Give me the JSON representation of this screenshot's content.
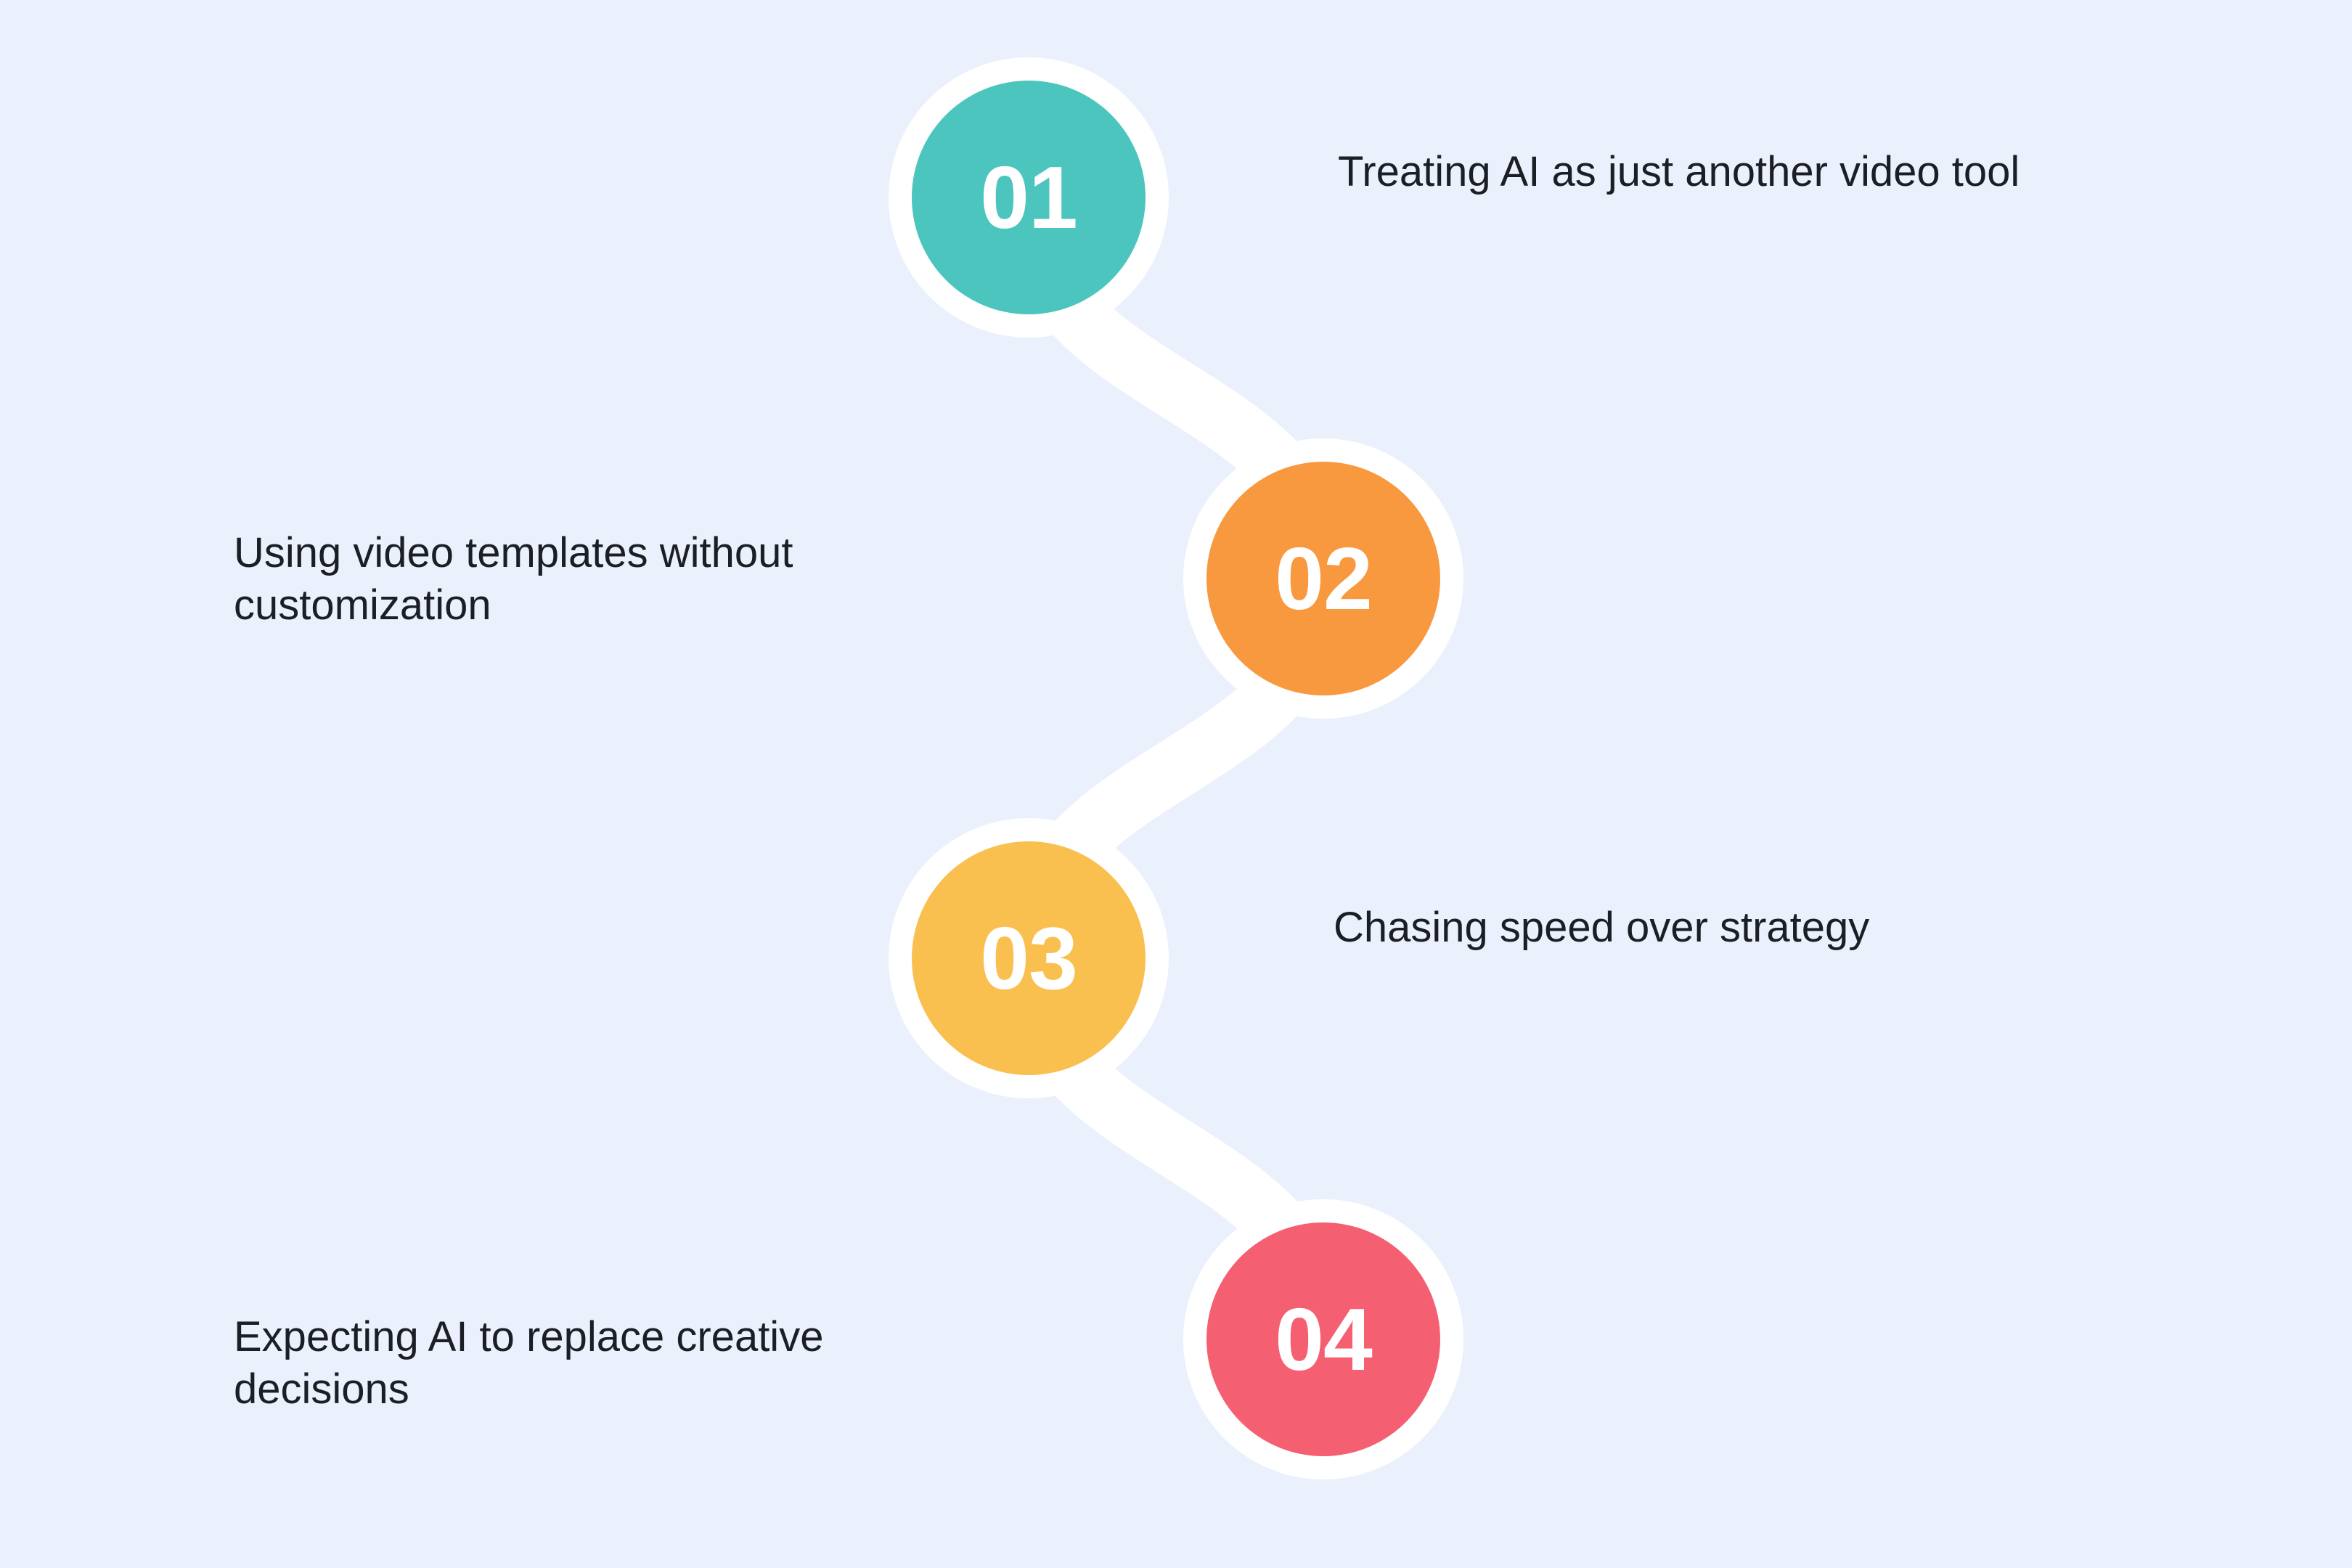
{
  "canvas": {
    "background_color": "#EBF1FC",
    "connector_color": "#FFFFFF",
    "text_color": "#1B1E24",
    "number_color": "#FFFFFF"
  },
  "items": [
    {
      "number": "01",
      "color": "#4BC5BE",
      "side": "right",
      "lines": [
        "Treating AI as just another video tool"
      ]
    },
    {
      "number": "02",
      "color": "#F8983F",
      "side": "left",
      "lines": [
        "Using video templates without",
        "customization"
      ]
    },
    {
      "number": "03",
      "color": "#F9C04F",
      "side": "right",
      "lines": [
        "Chasing speed over strategy"
      ]
    },
    {
      "number": "04",
      "color": "#F55F72",
      "side": "left",
      "lines": [
        "Expecting AI to replace creative",
        "decisions"
      ]
    }
  ]
}
